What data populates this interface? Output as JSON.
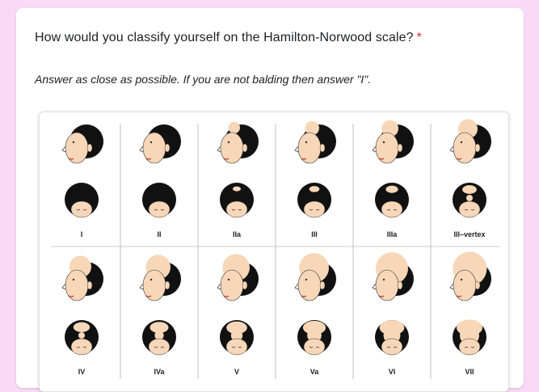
{
  "question": {
    "title": "How would you classify yourself on the Hamilton-Norwood scale?",
    "required_mark": "*",
    "hint": "Answer as close as possible. If you are not balding then answer \"I\"."
  },
  "scale_image": {
    "rows": [
      [
        "I",
        "II",
        "IIa",
        "III",
        "IIIa",
        "III–vertex"
      ],
      [
        "IV",
        "IVa",
        "V",
        "Va",
        "VI",
        "VII"
      ]
    ]
  },
  "colors": {
    "page_background": "#f9d9f5",
    "required": "#d93025",
    "hair": "#111111",
    "skin": "#f7d7b8"
  }
}
